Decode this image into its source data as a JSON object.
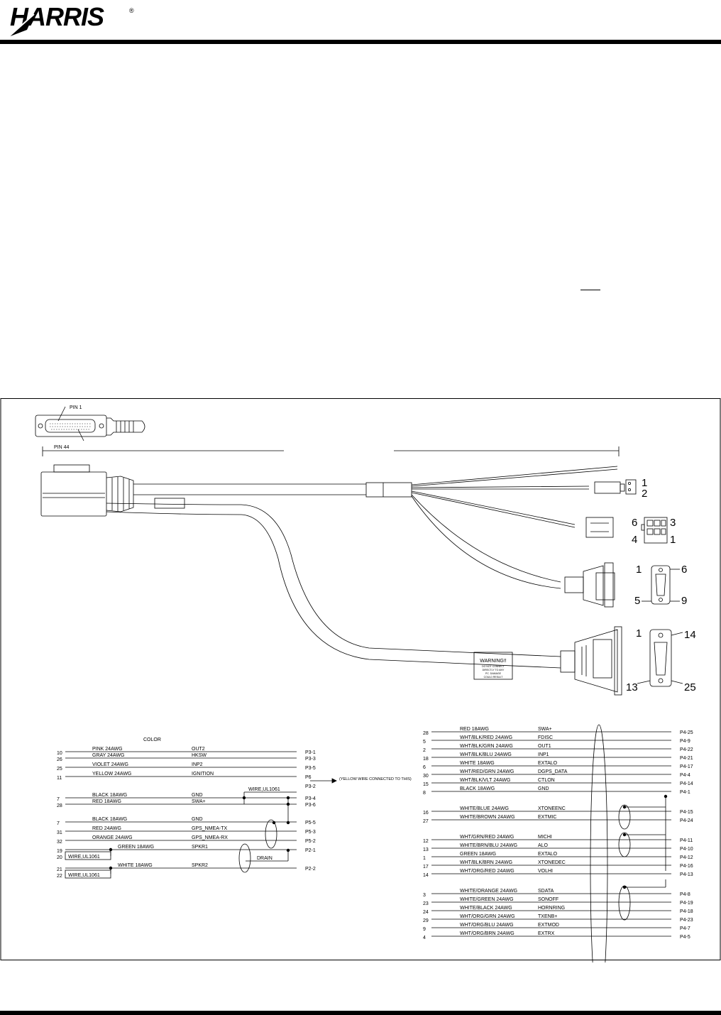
{
  "header": {
    "logo_text": "HARRIS"
  },
  "assembly": {
    "pin_top": "PIN 1",
    "pin_bottom": "PIN 44",
    "warning_title": "WARNING!!",
    "warning_body": [
      "DO NOT CONNECT",
      "DIRECTLY TO ANY",
      "PC. DAMAGE",
      "COULD RESULT"
    ],
    "conn_2pin": [
      "1",
      "2"
    ],
    "conn_6pin": [
      "6",
      "3",
      "4",
      "1"
    ],
    "conn_db9": [
      "1",
      "6",
      "5",
      "9"
    ],
    "conn_db25": [
      "1",
      "14",
      "13",
      "25"
    ]
  },
  "left_table": {
    "header": "COLOR",
    "rows": [
      {
        "pin": "10",
        "wire": "PINK  24AWG",
        "signal": "OUT2",
        "dest": "P3-1"
      },
      {
        "pin": "26",
        "wire": "GRAY  24AWG",
        "signal": "HKSW",
        "dest": "P3-3"
      },
      {
        "pin": "25",
        "wire": "VIOLET  24AWG",
        "signal": "INP2",
        "dest": "P3-5"
      },
      {
        "pin": "11",
        "wire": "YELLOW  24AWG",
        "signal": "IGNITION",
        "dest": "P6"
      },
      {
        "pin": "",
        "wire": "",
        "signal": "",
        "dest": "P3-2"
      },
      {
        "pin": "7",
        "wire": "BLACK  18AWG",
        "signal": "GND",
        "dest": "P3-4"
      },
      {
        "pin": "28",
        "wire": "RED  18AWG",
        "signal": "SWA+",
        "dest": "P3-6"
      },
      {
        "pin": "7",
        "wire": "BLACK  18AWG",
        "signal": "GND",
        "dest": "P5-5"
      },
      {
        "pin": "31",
        "wire": "RED  24AWG",
        "signal": "GPS_NMEA-TX",
        "dest": "P5-3"
      },
      {
        "pin": "32",
        "wire": "ORANGE  24AWG",
        "signal": "GPS_NMEA-RX",
        "dest": "P5-2"
      },
      {
        "pin": "19",
        "wire": "GREEN  18AWG",
        "signal": "SPKR1",
        "dest": "P2-1"
      },
      {
        "pin": "20",
        "wire": "",
        "signal": "",
        "dest": ""
      },
      {
        "pin": "21",
        "wire": "WHITE  18AWG",
        "signal": "SPKR2",
        "dest": "P2-2"
      },
      {
        "pin": "22",
        "wire": "",
        "signal": "",
        "dest": ""
      }
    ],
    "notes": {
      "p6_note": "(YELLOW WIRE CONNECTED TO THIS)",
      "wire_tag": "WIRE,UL1061",
      "box_a": "WIRE,UL1061",
      "box_b": "WIRE,UL1061",
      "drain": "DRAIN"
    }
  },
  "right_table": {
    "rows": [
      {
        "pin": "28",
        "wire": "RED  18AWG",
        "signal": "SWA+",
        "dest": "P4-25"
      },
      {
        "pin": "5",
        "wire": "WHT/BLK/RED  24AWG",
        "signal": "FDISC",
        "dest": "P4-9"
      },
      {
        "pin": "2",
        "wire": "WHT/BLK/GRN  24AWG",
        "signal": "OUT1",
        "dest": "P4-22"
      },
      {
        "pin": "18",
        "wire": "WHT/BLK/BLU  24AWG",
        "signal": "INP1",
        "dest": "P4-21"
      },
      {
        "pin": "6",
        "wire": "WHITE  18AWG",
        "signal": "EXTALO",
        "dest": "P4-17"
      },
      {
        "pin": "30",
        "wire": "WHT/RED/GRN  24AWG",
        "signal": "DGPS_DATA",
        "dest": "P4-4"
      },
      {
        "pin": "15",
        "wire": "WHT/BLK/VLT  24AWG",
        "signal": "CTLON",
        "dest": "P4-14"
      },
      {
        "pin": "8",
        "wire": "BLACK  18AWG",
        "signal": "GND",
        "dest": "P4-1"
      },
      {
        "pin": "16",
        "wire": "WHITE/BLUE  24AWG",
        "signal": "XTONEENC",
        "dest": "P4-15"
      },
      {
        "pin": "27",
        "wire": "WHITE/BROWN  24AWG",
        "signal": "EXTMIC",
        "dest": "P4-24"
      },
      {
        "pin": "12",
        "wire": "WHT/GRN/RED  24AWG",
        "signal": "MICHI",
        "dest": "P4-11"
      },
      {
        "pin": "13",
        "wire": "WHITE/BRN/BLU  24AWG",
        "signal": "ALO",
        "dest": "P4-10"
      },
      {
        "pin": "1",
        "wire": "GREEN  18AWG",
        "signal": "EXTALO",
        "dest": "P4-12"
      },
      {
        "pin": "17",
        "wire": "WHT/BLK/BRN  24AWG",
        "signal": "XTONEDEC",
        "dest": "P4-16"
      },
      {
        "pin": "14",
        "wire": "WHT/ORG/RED  24AWG",
        "signal": "VOLHI",
        "dest": "P4-13"
      },
      {
        "pin": "3",
        "wire": "WHITE/ORANGE  24AWG",
        "signal": "SDATA",
        "dest": "P4-8"
      },
      {
        "pin": "23",
        "wire": "WHITE/GREEN  24AWG",
        "signal": "SONOFF",
        "dest": "P4-19"
      },
      {
        "pin": "24",
        "wire": "WHITE/BLACK  24AWG",
        "signal": "HORNRING",
        "dest": "P4-18"
      },
      {
        "pin": "29",
        "wire": "WHT/ORG/GRN  24AWG",
        "signal": "TXENB+",
        "dest": "P4-23"
      },
      {
        "pin": "9",
        "wire": "WHT/ORG/BLU  24AWG",
        "signal": "EXTMOD",
        "dest": "P4-7"
      },
      {
        "pin": "4",
        "wire": "WHT/ORG/BRN  24AWG",
        "signal": "EXTRX",
        "dest": "P4-5"
      }
    ]
  }
}
